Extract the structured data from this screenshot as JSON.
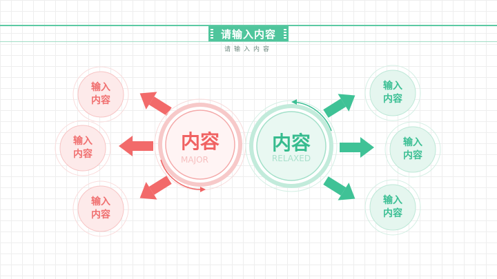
{
  "header": {
    "title": "请输入内容",
    "subtitle": "请输入内容"
  },
  "left_hub": {
    "label": "内容",
    "sublabel": "MAJOR"
  },
  "right_hub": {
    "label": "内容",
    "sublabel": "RELAXED"
  },
  "left_nodes": [
    {
      "line1": "输入",
      "line2": "内容"
    },
    {
      "line1": "输入",
      "line2": "内容"
    },
    {
      "line1": "输入",
      "line2": "内容"
    }
  ],
  "right_nodes": [
    {
      "line1": "输入",
      "line2": "内容"
    },
    {
      "line1": "输入",
      "line2": "内容"
    },
    {
      "line1": "输入",
      "line2": "内容"
    }
  ],
  "colors": {
    "red": "#f06262",
    "green": "#3cbf94",
    "title_bar": "#4fc59c"
  }
}
